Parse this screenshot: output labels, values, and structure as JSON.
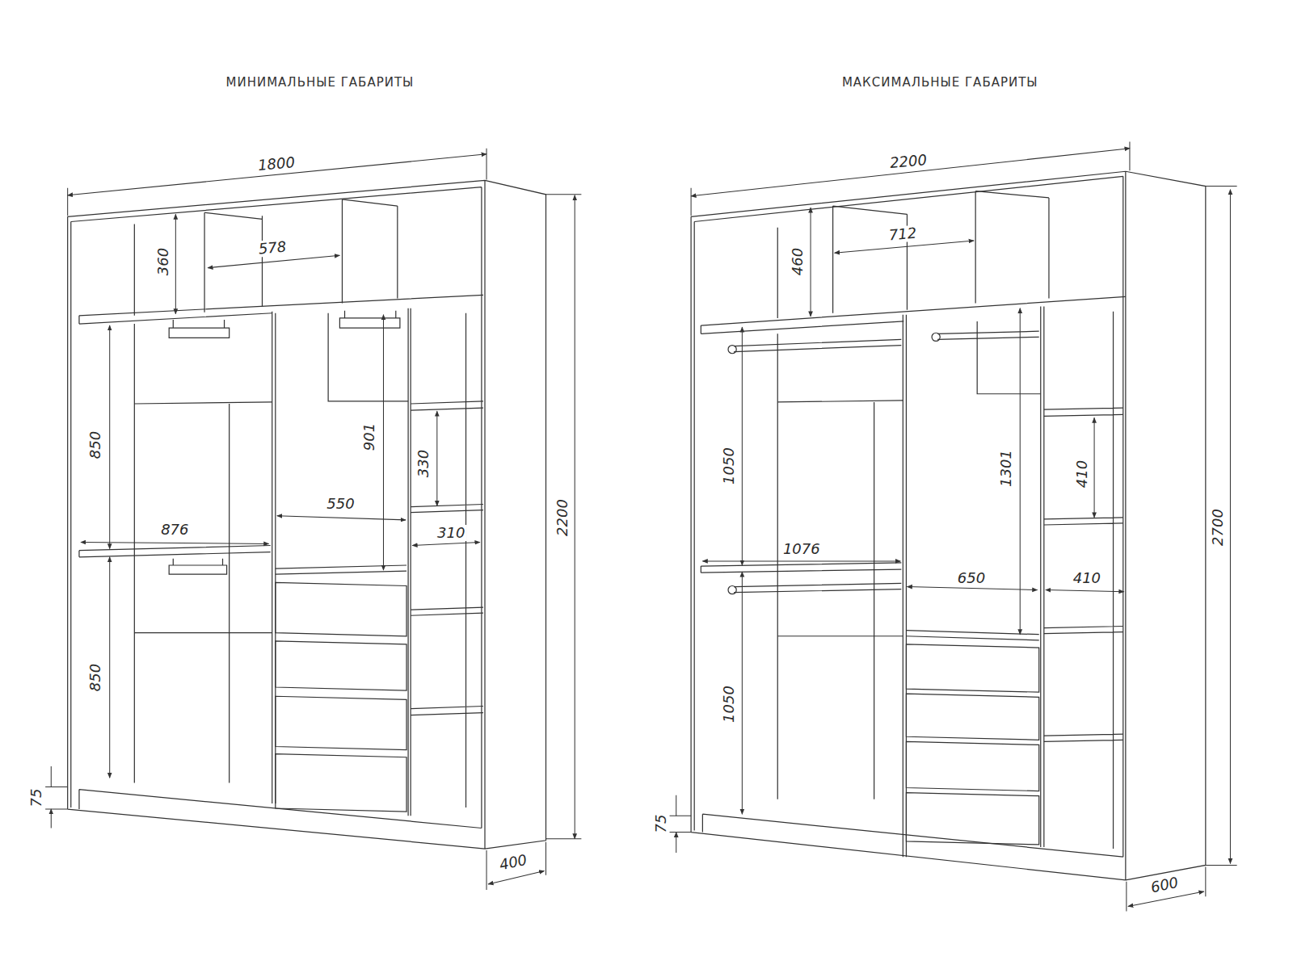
{
  "diagram": {
    "labels": [
      "МИНИМАЛЬНЫЕ ГАБАРИТЫ",
      "1800",
      "360",
      "578",
      "850",
      "901",
      "330",
      "550",
      "876",
      "310",
      "850",
      "2200",
      "75",
      "400",
      "МАКСИМАЛЬНЫЕ ГАБАРИТЫ",
      "2200",
      "460",
      "712",
      "1050",
      "1301",
      "410",
      "1076",
      "650",
      "410",
      "1050",
      "2700",
      "75",
      "600"
    ]
  }
}
